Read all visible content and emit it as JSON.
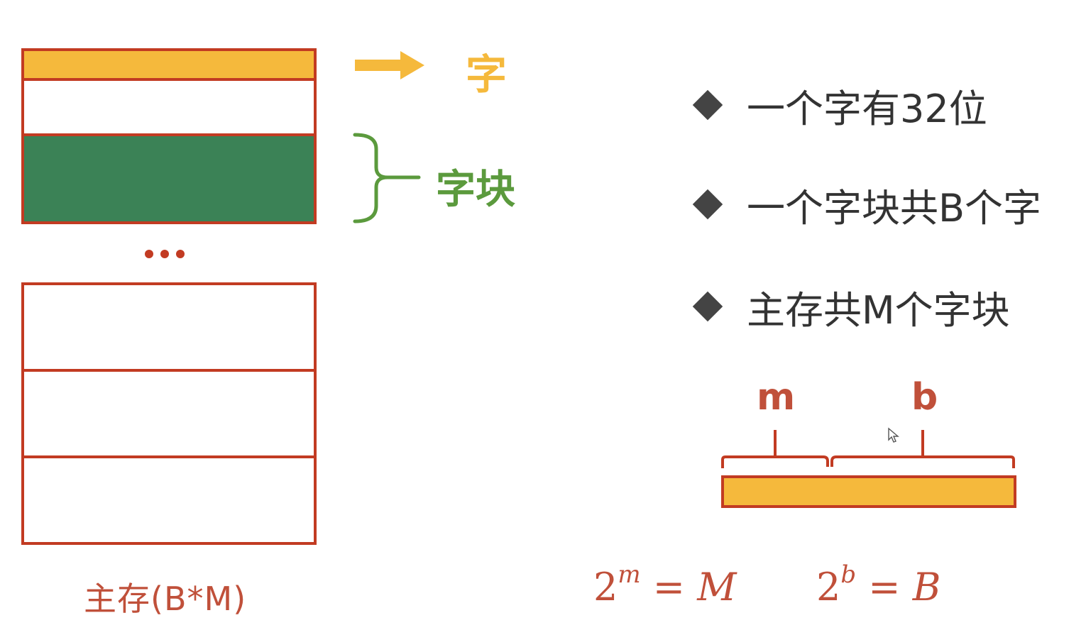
{
  "memory": {
    "caption": "主存(B*M)",
    "ellipsis": "..."
  },
  "labels": {
    "word": "字",
    "block": "字块"
  },
  "bullets": [
    {
      "text": "一个字有32位"
    },
    {
      "text": "一个字块共B个字"
    },
    {
      "text": "主存共M个字块"
    }
  ],
  "address": {
    "m_label": "m",
    "b_label": "b"
  },
  "formulas": {
    "f1": {
      "base": "2",
      "exp": "m",
      "eq": " = ",
      "rhs": "M"
    },
    "f2": {
      "base": "2",
      "exp": "b",
      "eq": " = ",
      "rhs": "B"
    }
  },
  "colors": {
    "border_red": "#c23b22",
    "word_yellow": "#f5b93c",
    "block_green": "#3b8256",
    "label_green": "#5b9a3d",
    "text_dark": "#333333"
  }
}
